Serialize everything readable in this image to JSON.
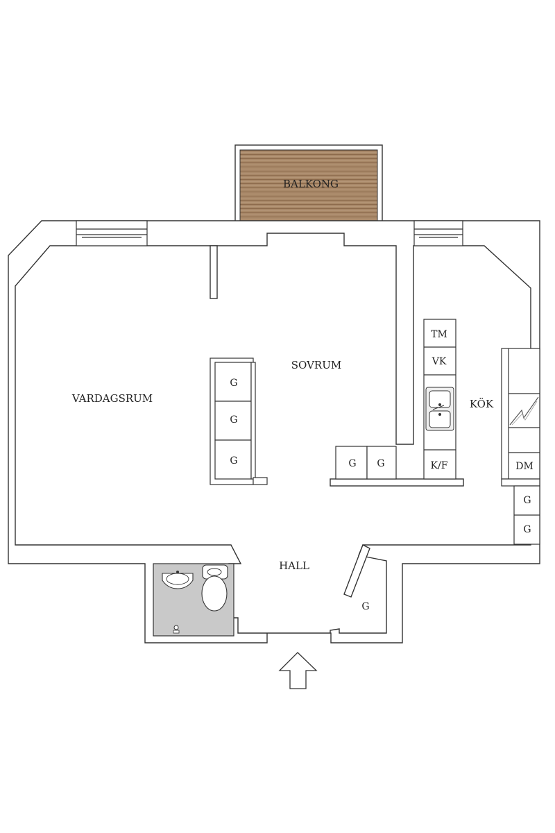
{
  "rooms": {
    "balcony": "BALKONG",
    "living_room": "VARDAGSRUM",
    "bedroom": "SOVRUM",
    "kitchen": "KÖK",
    "hall": "HALL"
  },
  "fixtures": {
    "wardrobe": "G",
    "freezer": "TM",
    "washer": "VK",
    "fridge_freezer": "K/F",
    "dishwasher": "DM"
  },
  "colors": {
    "wall": "#333333",
    "floor": "#ffffff",
    "bathroom_floor": "#c9c9c9",
    "balcony_deck": "#a88868",
    "balcony_plank": "#8c6a4c"
  },
  "icons": {
    "entrance": "up-arrow-icon",
    "sink": "sink-icon",
    "toilet": "toilet-icon",
    "kitchen_sink": "double-sink-icon",
    "stove": "stove-icon"
  }
}
